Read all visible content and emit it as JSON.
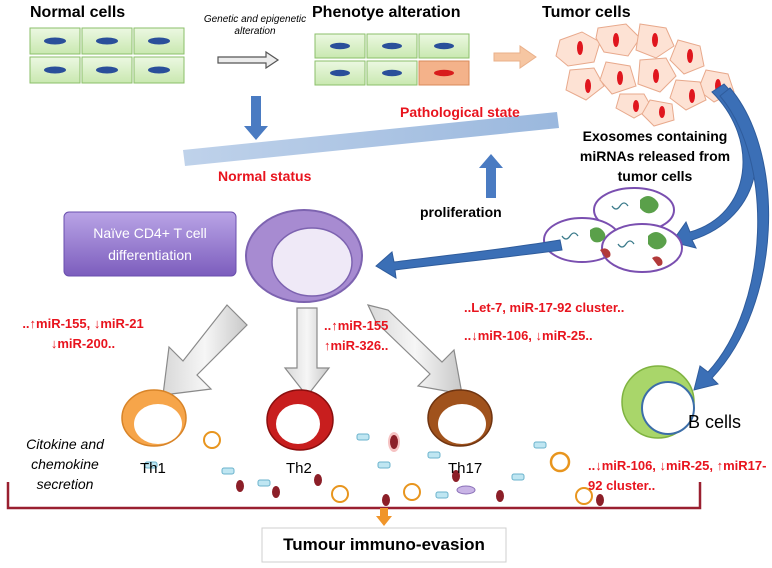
{
  "labels": {
    "normal_cells": "Normal cells",
    "genetic_alteration": "Genetic and epigenetic alteration",
    "phenotype_alteration": "Phenotye alteration",
    "tumor_cells": "Tumor cells",
    "pathological_state": "Pathological state",
    "normal_status": "Normal status",
    "exosomes": "Exosomes containing miRNAs released from tumor cells",
    "proliferation": "proliferation",
    "naive_box": "Naïve CD4+ T cell differentiation",
    "mir_th1": "..↑miR-155, ↓miR-21 ↓miR-200..",
    "mir_th2": "..↑miR-155 ↑miR-326..",
    "mir_th17_a": "..Let-7, miR-17-92 cluster..",
    "mir_th17_b": "..↓miR-106, ↓miR-25..",
    "mir_bcells": "..↓miR-106, ↓miR-25, ↑miR17-92 cluster..",
    "th1": "Th1",
    "th2": "Th2",
    "th17": "Th17",
    "b_cells": "B cells",
    "citokine": "Citokine and chemokine secretion",
    "evasion": "Tumour immuno-evasion"
  },
  "colors": {
    "accent_red": "#e8141e",
    "arrow_blue": "#3b6fb6",
    "cell_green": "#d7f0c4",
    "naive_purple": "#8f74c9",
    "th1_orange": "#f4a24a",
    "th2_red": "#c81e1e",
    "th17_brown": "#a0521c",
    "bcell_green": "#a9d66a"
  },
  "icons": [
    "normal-cell-icon",
    "tumor-cell-icon",
    "exosome-icon",
    "t-cell-icon",
    "b-cell-icon",
    "cytokine-dot-icon"
  ]
}
